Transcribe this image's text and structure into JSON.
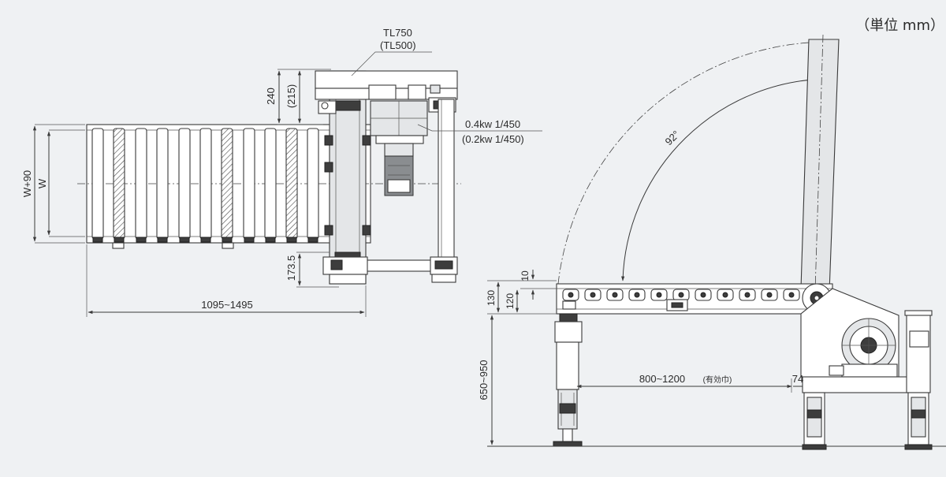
{
  "unit_label": "（単位 mm）",
  "plan_view": {
    "model_label": "TL750",
    "model_label_alt": "(TL500)",
    "motor_spec": "0.4kw 1/450",
    "motor_spec_alt": "(0.2kw 1/450)",
    "dim_overall_width": "W+90",
    "dim_width": "W",
    "dim_frame_depth": "240",
    "dim_frame_depth_alt": "(215)",
    "dim_offset": "173.5",
    "dim_length": "1095~1495"
  },
  "side_view": {
    "dim_angle": "92°",
    "dim_flange": "10",
    "dim_height_alt": "120",
    "dim_height": "130",
    "dim_total_height": "650~950",
    "dim_effective_width": "800~1200",
    "dim_effective_note": "(有効巾)",
    "dim_gap": "74"
  },
  "colors": {
    "background": "#eff1f3",
    "line": "#3a3a3a"
  }
}
